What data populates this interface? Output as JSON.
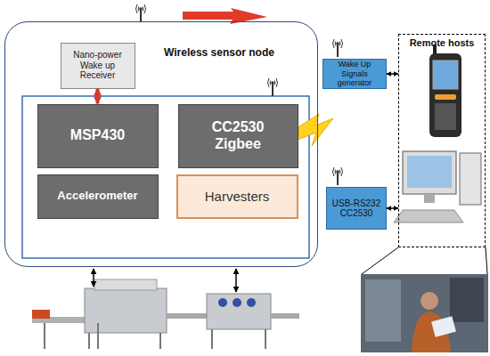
{
  "diagram": {
    "nodes": [
      {
        "text": [
          "Wireless sensor node"
        ]
      },
      {
        "text": [
          "Nano-power Wake up Receiver"
        ],
        "in": 0
      },
      {
        "text": [
          "MSP430"
        ],
        "in": 0
      },
      {
        "text": [
          "CC2530 Zigbee"
        ],
        "in": 0
      },
      {
        "text": [
          "Accelerometer"
        ],
        "in": 0
      },
      {
        "text": [
          "Harvesters"
        ],
        "in": 0
      },
      {
        "text": [
          "Wake Up Signals generator"
        ]
      },
      {
        "text": [
          "Remote hosts"
        ]
      },
      {
        "text": [
          "USB-RS232 CC2530"
        ]
      }
    ],
    "edges": [
      {
        "from": 1,
        "to": 2,
        "arrow": "both"
      },
      {
        "from": 6,
        "to": 7,
        "arrow": "both"
      },
      {
        "from": 8,
        "to": 7,
        "arrow": "both"
      }
    ]
  }
}
